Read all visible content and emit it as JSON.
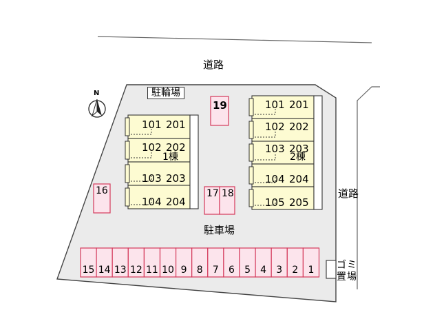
{
  "labels": {
    "road_top": "道路",
    "road_right": "道路",
    "bicycle_parking": "駐輪場",
    "parking_lot": "駐車場",
    "garbage": "ゴミ置場",
    "north": "N"
  },
  "buildings": [
    {
      "name": "1棟",
      "units": [
        [
          "101",
          "201"
        ],
        [
          "102",
          "202"
        ],
        [
          "103",
          "203"
        ],
        [
          "104",
          "204"
        ]
      ]
    },
    {
      "name": "2棟",
      "units": [
        [
          "101",
          "201"
        ],
        [
          "102",
          "202"
        ],
        [
          "103",
          "203"
        ],
        [
          "104",
          "204"
        ],
        [
          "105",
          "205"
        ]
      ]
    }
  ],
  "parking_spaces_row": [
    "15",
    "14",
    "13",
    "12",
    "11",
    "10",
    "9",
    "8",
    "7",
    "6",
    "5",
    "4",
    "3",
    "2",
    "1"
  ],
  "parking_spaces_misc": {
    "p16": "16",
    "p17": "17",
    "p18": "18",
    "p19": "19"
  },
  "colors": {
    "lot": "#ebebeb",
    "building": "#fdfbd2",
    "parking_fill": "#fce4ec",
    "parking_border": "#d4385a",
    "line": "#555555"
  }
}
